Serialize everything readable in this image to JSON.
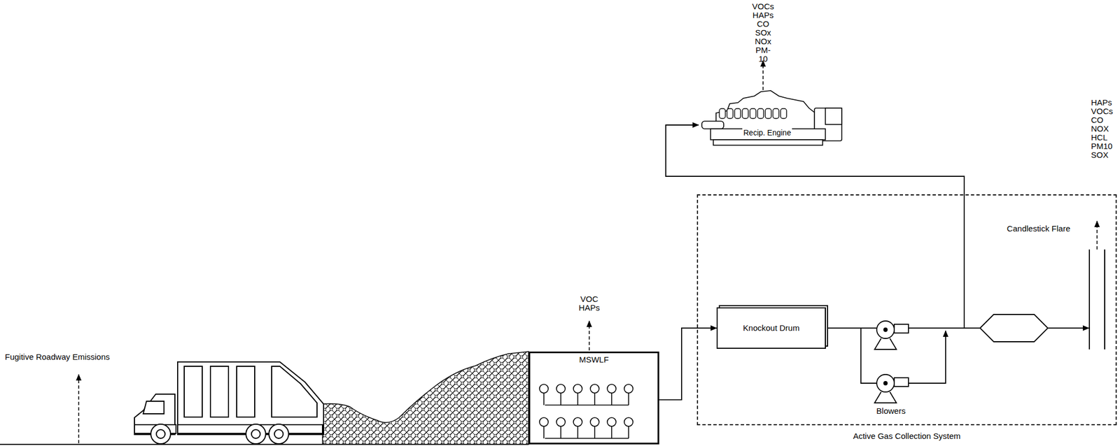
{
  "diagram": {
    "nodes": [
      {
        "text": [
          "Recip. Engine"
        ]
      },
      {
        "text": [
          "MSWLF"
        ]
      },
      {
        "text": [
          "Active Gas Collection System"
        ]
      },
      {
        "text": [
          "Knockout Drum"
        ],
        "in": 2
      },
      {
        "text": [
          "Candlestick Flare"
        ],
        "in": 2
      }
    ],
    "edges": [
      {
        "from": 1,
        "to": 3,
        "arrow": "to"
      },
      {
        "from": 3,
        "to": 4,
        "arrow": "to"
      },
      {
        "from": 3,
        "to": 0,
        "arrow": "to"
      }
    ],
    "labels": [
      "VOCs HAPs CO SOx NOx PM-10",
      "HAPs VOCs CO NOX HCL PM10 SOX",
      "VOC HAPs",
      "Fugitive Roadway Emissions",
      "Blowers"
    ]
  }
}
